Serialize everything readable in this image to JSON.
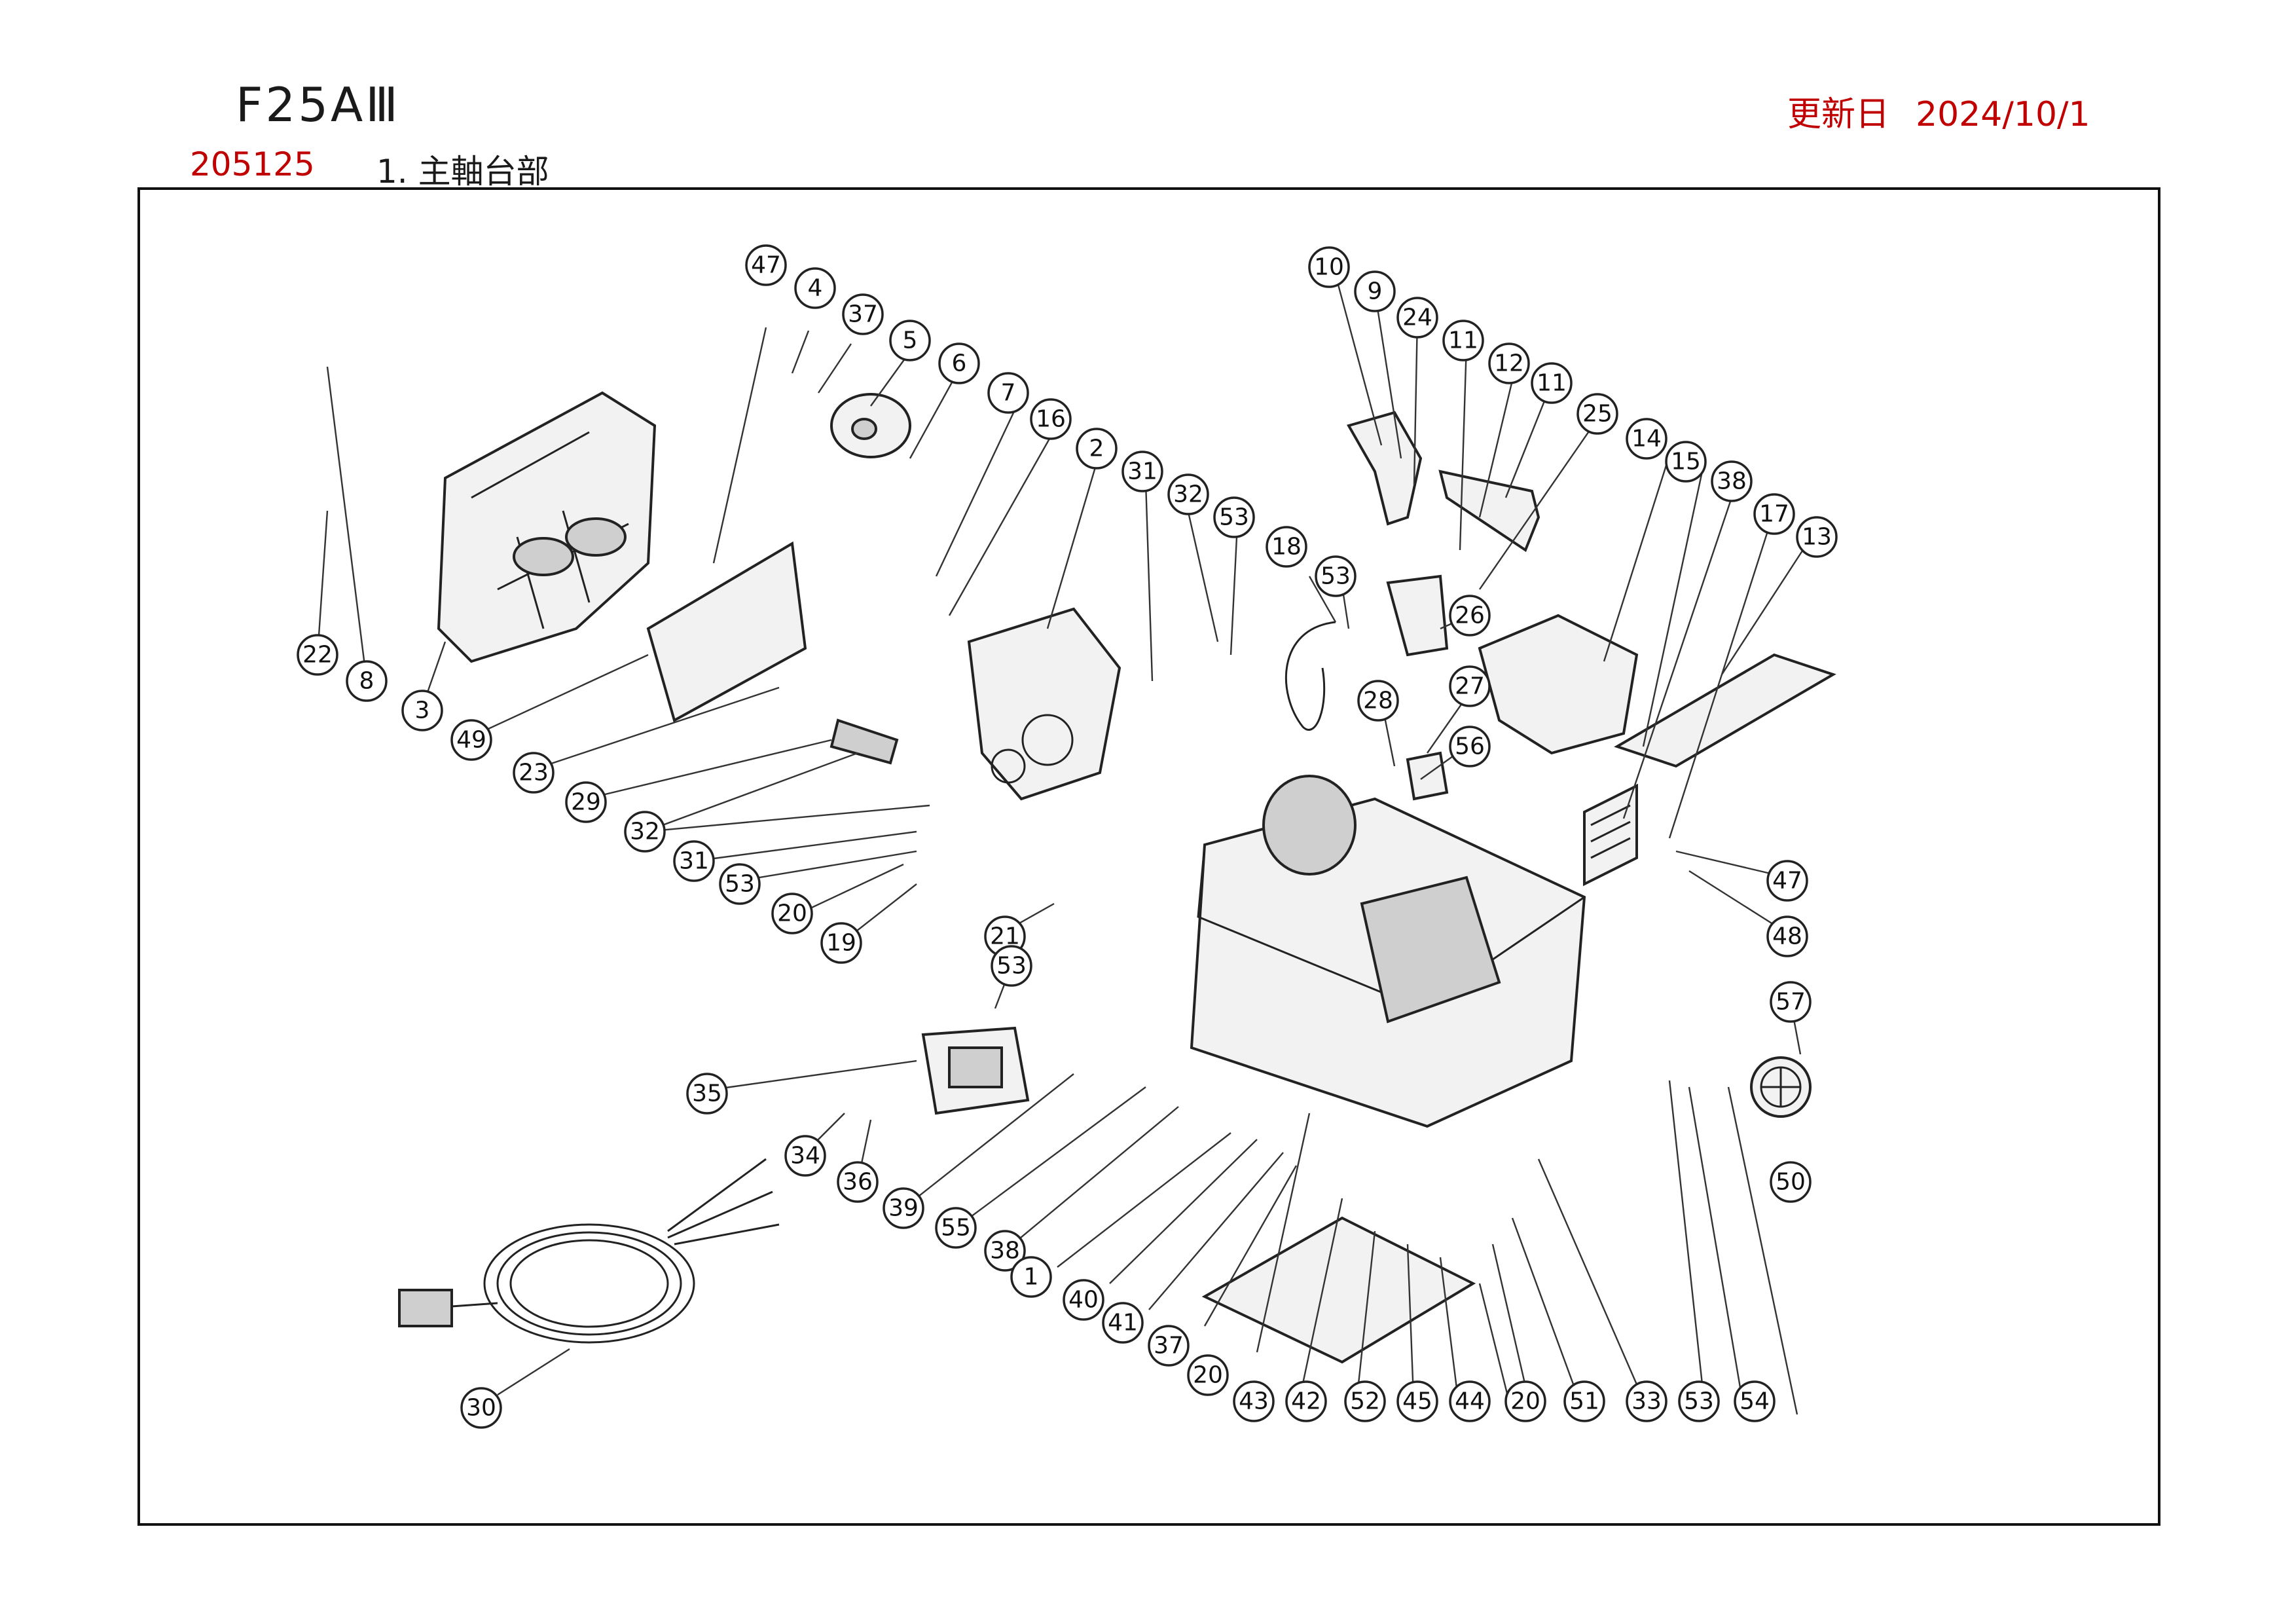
{
  "header": {
    "model": "F25AⅢ",
    "updated_label": "更新日",
    "updated_date": "2024/10/1",
    "part_code": "205125",
    "section_title": "1. 主軸台部"
  },
  "callouts": [
    "47",
    "4",
    "37",
    "5",
    "6",
    "7",
    "16",
    "2",
    "31",
    "32",
    "53",
    "18",
    "53",
    "10",
    "9",
    "24",
    "11",
    "12",
    "11",
    "25",
    "14",
    "15",
    "38",
    "17",
    "13",
    "26",
    "27",
    "28",
    "56",
    "22",
    "8",
    "3",
    "49",
    "23",
    "29",
    "32",
    "31",
    "53",
    "20",
    "19",
    "21",
    "53",
    "47",
    "48",
    "57",
    "50",
    "35",
    "34",
    "36",
    "39",
    "55",
    "38",
    "1",
    "40",
    "41",
    "37",
    "20",
    "43",
    "42",
    "52",
    "45",
    "44",
    "20",
    "51",
    "33",
    "53",
    "54",
    "30"
  ],
  "colors": {
    "accent": "#c00000",
    "ink": "#111111"
  }
}
